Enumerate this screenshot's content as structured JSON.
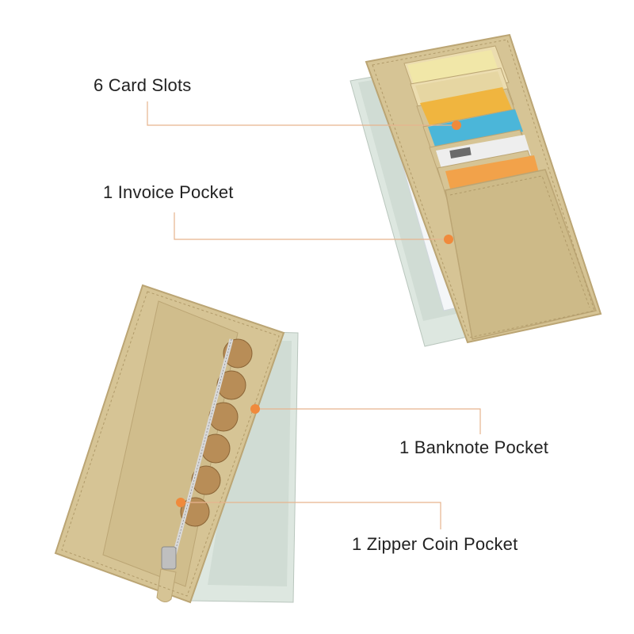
{
  "labels": {
    "card_slots": "6 Card Slots",
    "invoice_pocket": "1 Invoice Pocket",
    "banknote_pocket": "1 Banknote Pocket",
    "zipper_coin_pocket": "1 Zipper Coin Pocket"
  },
  "colors": {
    "leather": "#d6c495",
    "leather_dark": "#c3ae7c",
    "marker": "#f08a3c",
    "leader_line": "#e7b48e",
    "banknote": "#dde7e0"
  },
  "card_colors": [
    "#f1e7a8",
    "#ecddb0",
    "#f0b53f",
    "#e9c86c",
    "#4bb6d9",
    "#8a8a8a",
    "#f2a24a"
  ]
}
